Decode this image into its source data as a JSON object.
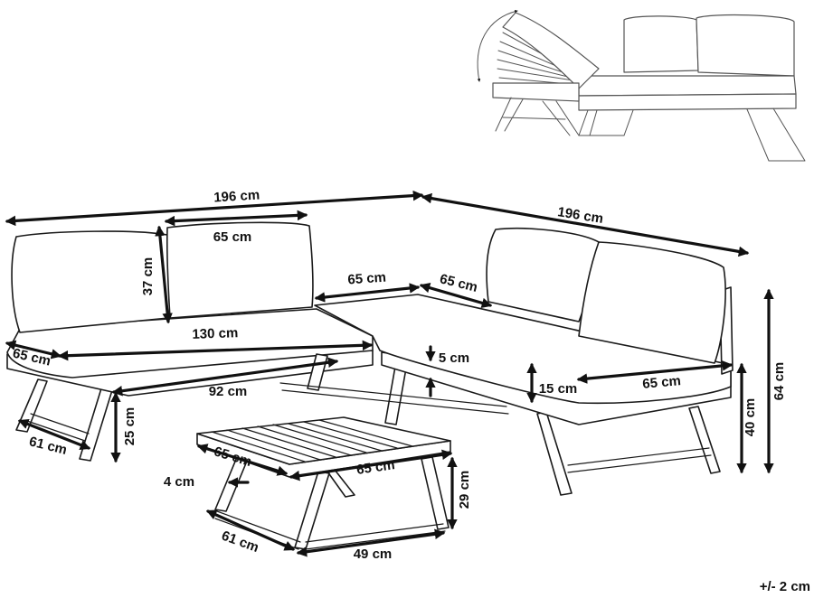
{
  "dimensions": {
    "left_width": "196 cm",
    "right_width": "196 cm",
    "back_cushion_width": "65 cm",
    "back_cushion_height": "37 cm",
    "corner_top_left": "65 cm",
    "corner_top_right": "65 cm",
    "seat_length": "130 cm",
    "seat_depth_left": "65 cm",
    "bench_inner_length": "92 cm",
    "leg_span_left": "61 cm",
    "leg_height_left": "25 cm",
    "frame_gap": "5 cm",
    "cushion_thickness": "15 cm",
    "seat_depth_right": "65 cm",
    "seat_height": "40 cm",
    "total_height": "64 cm",
    "table_depth": "65 cm",
    "table_width": "65 cm",
    "table_frame": "4 cm",
    "table_height": "29 cm",
    "table_leg_span": "61 cm",
    "table_base": "49 cm"
  },
  "tolerance": "+/- 2 cm",
  "colors": {
    "line": "#1a1a1a",
    "arrow": "#111111",
    "background": "#ffffff"
  },
  "icons": {
    "recline": "curved-arrow-icon"
  }
}
